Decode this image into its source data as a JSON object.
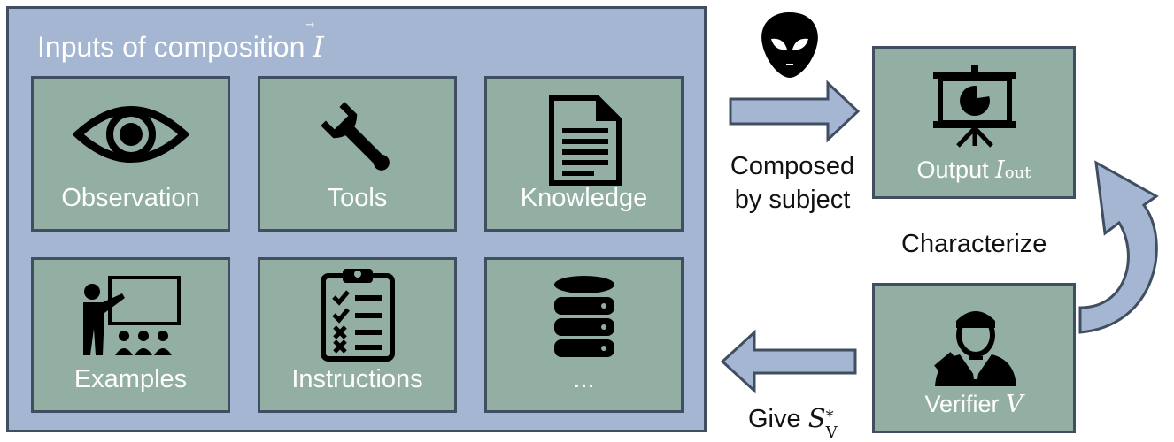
{
  "panel": {
    "title_text": "Inputs of composition",
    "title_var": "I"
  },
  "inputs": [
    {
      "label": "Observation",
      "icon": "eye-icon"
    },
    {
      "label": "Tools",
      "icon": "wrench-icon"
    },
    {
      "label": "Knowledge",
      "icon": "document-icon"
    },
    {
      "label": "Examples",
      "icon": "teacher-icon"
    },
    {
      "label": "Instructions",
      "icon": "checklist-icon"
    },
    {
      "label": "...",
      "icon": "database-icon"
    }
  ],
  "subject": {
    "icon": "alien-icon",
    "label_line1": "Composed",
    "label_line2": "by subject"
  },
  "output": {
    "label": "Output",
    "var": "I",
    "sub": "out",
    "icon": "presentation-icon"
  },
  "characterize": {
    "label": "Characterize"
  },
  "verifier": {
    "label": "Verifier",
    "var": "V",
    "icon": "judge-icon"
  },
  "give": {
    "label": "Give",
    "var": "S",
    "sup": "*",
    "sub": "V"
  },
  "colors": {
    "panel_bg": "#a4b6d1",
    "tile_bg": "#93afa3",
    "border": "#3f4e60",
    "arrow_fill": "#a4b6d1"
  }
}
